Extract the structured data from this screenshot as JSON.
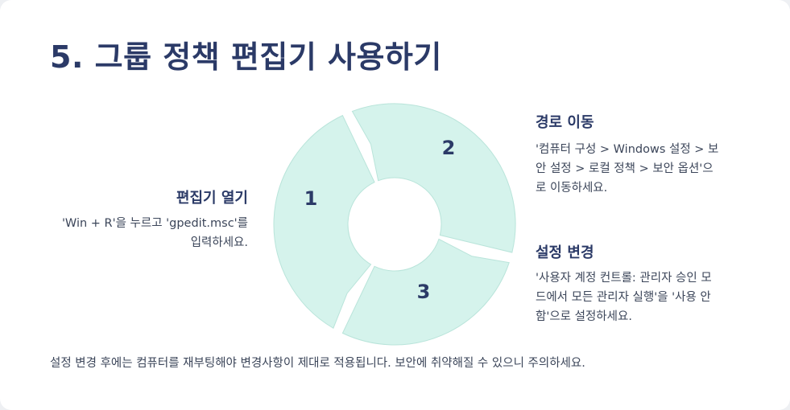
{
  "title": "5. 그룹 정책 편집기 사용하기",
  "steps": [
    {
      "number": "1",
      "heading": "편집기 열기",
      "lines": [
        "'Win + R'을 누르고 'gpedit.msc'를",
        "입력하세요."
      ]
    },
    {
      "number": "2",
      "heading": "경로 이동",
      "lines": [
        "'컴퓨터 구성 > Windows 설정 > 보",
        "안 설정 > 로컬 정책 > 보안 옵션'으",
        "로 이동하세요."
      ]
    },
    {
      "number": "3",
      "heading": "설정 변경",
      "lines": [
        "'사용자 계정 컨트롤: 관리자 승인 모",
        "드에서 모든 관리자 실행'을 '사용 안",
        "함'으로 설정하세요."
      ]
    }
  ],
  "footer": "설정 변경 후에는 컴퓨터를 재부팅해야 변경사항이 제대로 적용됩니다. 보안에 취약해질 수 있으니 주의하세요.",
  "colors": {
    "title": "#2b3a67",
    "segment_fill": "#d5f3ec",
    "segment_stroke": "#b9e4da",
    "text": "#3b4559"
  }
}
